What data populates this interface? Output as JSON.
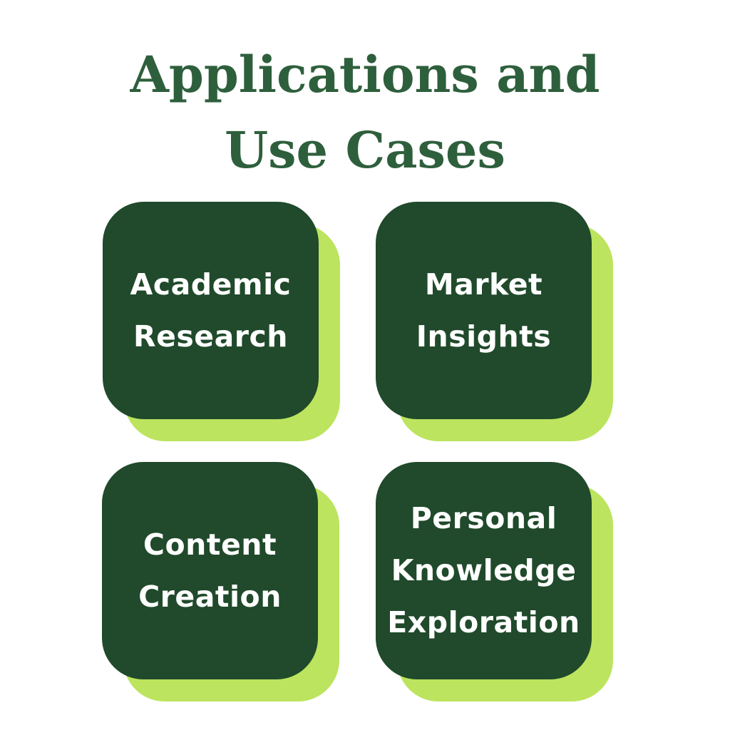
{
  "title": {
    "line1": "Applications and",
    "line2": "Use Cases"
  },
  "colors": {
    "background": "#ffffff",
    "title_text": "#2e5f3c",
    "card_fill": "#204a2b",
    "card_shadow": "#bce45e",
    "card_text": "#ffffff"
  },
  "cards": [
    {
      "label": "Academic Research",
      "lines": [
        "Academic",
        "Research"
      ]
    },
    {
      "label": "Market Insights",
      "lines": [
        "Market",
        "Insights"
      ]
    },
    {
      "label": "Content Creation",
      "lines": [
        "Content",
        "Creation"
      ]
    },
    {
      "label": "Personal Knowledge Exploration",
      "lines": [
        "Personal",
        "Knowledge",
        "Exploration"
      ]
    }
  ]
}
